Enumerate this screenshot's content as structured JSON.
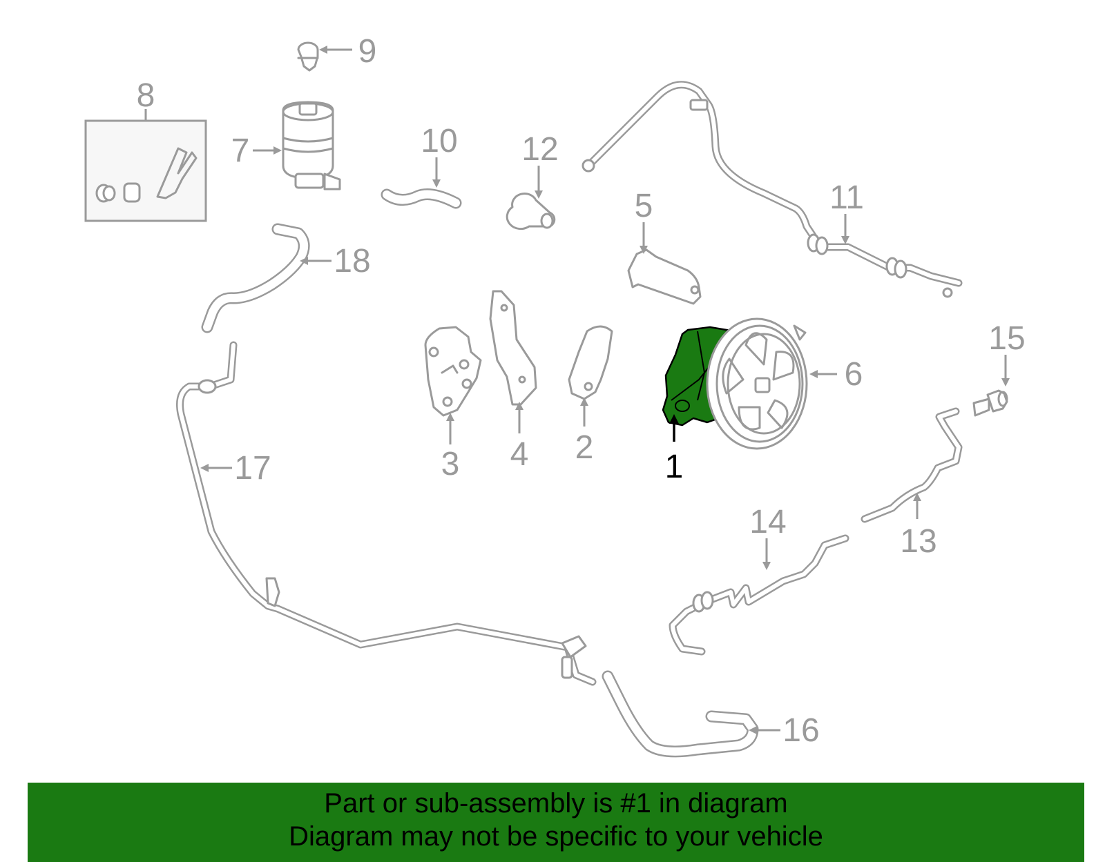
{
  "diagram": {
    "callouts": [
      "1",
      "2",
      "3",
      "4",
      "5",
      "6",
      "7",
      "8",
      "9",
      "10",
      "11",
      "12",
      "13",
      "14",
      "15",
      "16",
      "17",
      "18"
    ],
    "highlight_color": "#1a7a12",
    "part_color": "#9a9a9a"
  },
  "banner": {
    "line1": "Part or sub-assembly is #1 in diagram",
    "line2": "Diagram may not be specific to your vehicle",
    "background": "#1a7a12"
  }
}
